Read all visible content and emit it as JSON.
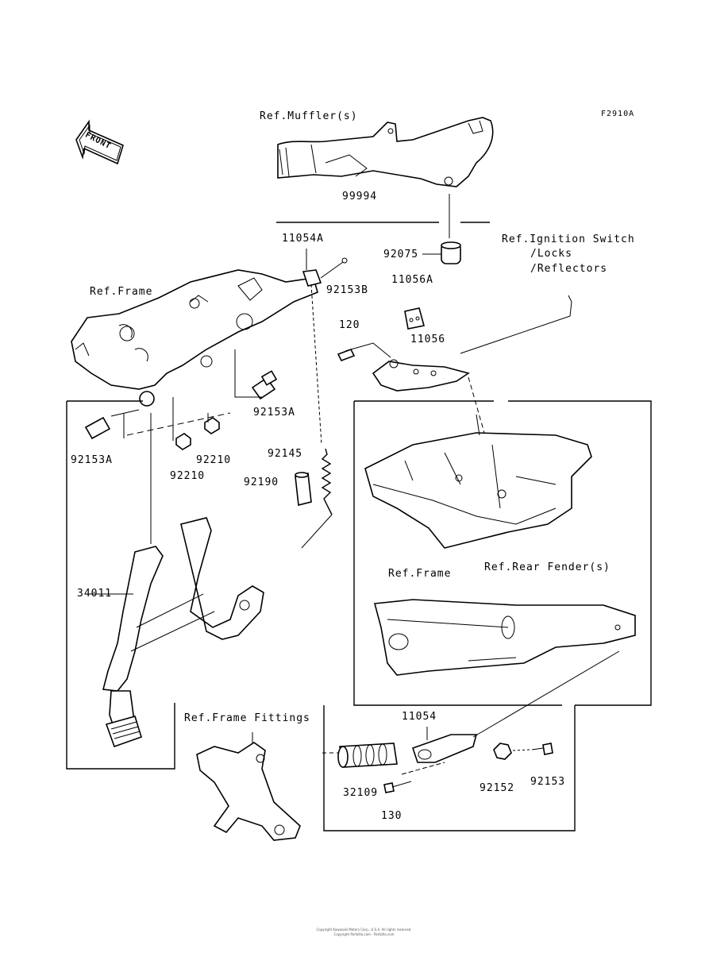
{
  "diagram": {
    "figure_id": "F2910A",
    "front_arrow_text": "FRONT",
    "references": {
      "muffler": "Ref.Muffler(s)",
      "ignition_line1": "Ref.Ignition Switch",
      "ignition_line2": "/Locks",
      "ignition_line3": "/Reflectors",
      "frame_upper": "Ref.Frame",
      "frame_lower": "Ref.Frame",
      "rear_fender": "Ref.Rear Fender(s)",
      "frame_fittings": "Ref.Frame Fittings"
    },
    "parts": {
      "p99994": "99994",
      "p92075": "92075",
      "p11054A": "11054A",
      "p92153B": "92153B",
      "p11056A": "11056A",
      "p120": "120",
      "p11056": "11056",
      "p92153A_right": "92153A",
      "p92153A_left": "92153A",
      "p92210_a": "92210",
      "p92210_b": "92210",
      "p92145": "92145",
      "p92190": "92190",
      "p34011": "34011",
      "p11054": "11054",
      "p32109": "32109",
      "p130": "130",
      "p92152": "92152",
      "p92153": "92153"
    },
    "footer_line1": "Copyright Kawasaki Motors Corp., U.S.A. All rights reserved.",
    "footer_line2": "Copyright Partzilla.com - Partzilla.com"
  }
}
